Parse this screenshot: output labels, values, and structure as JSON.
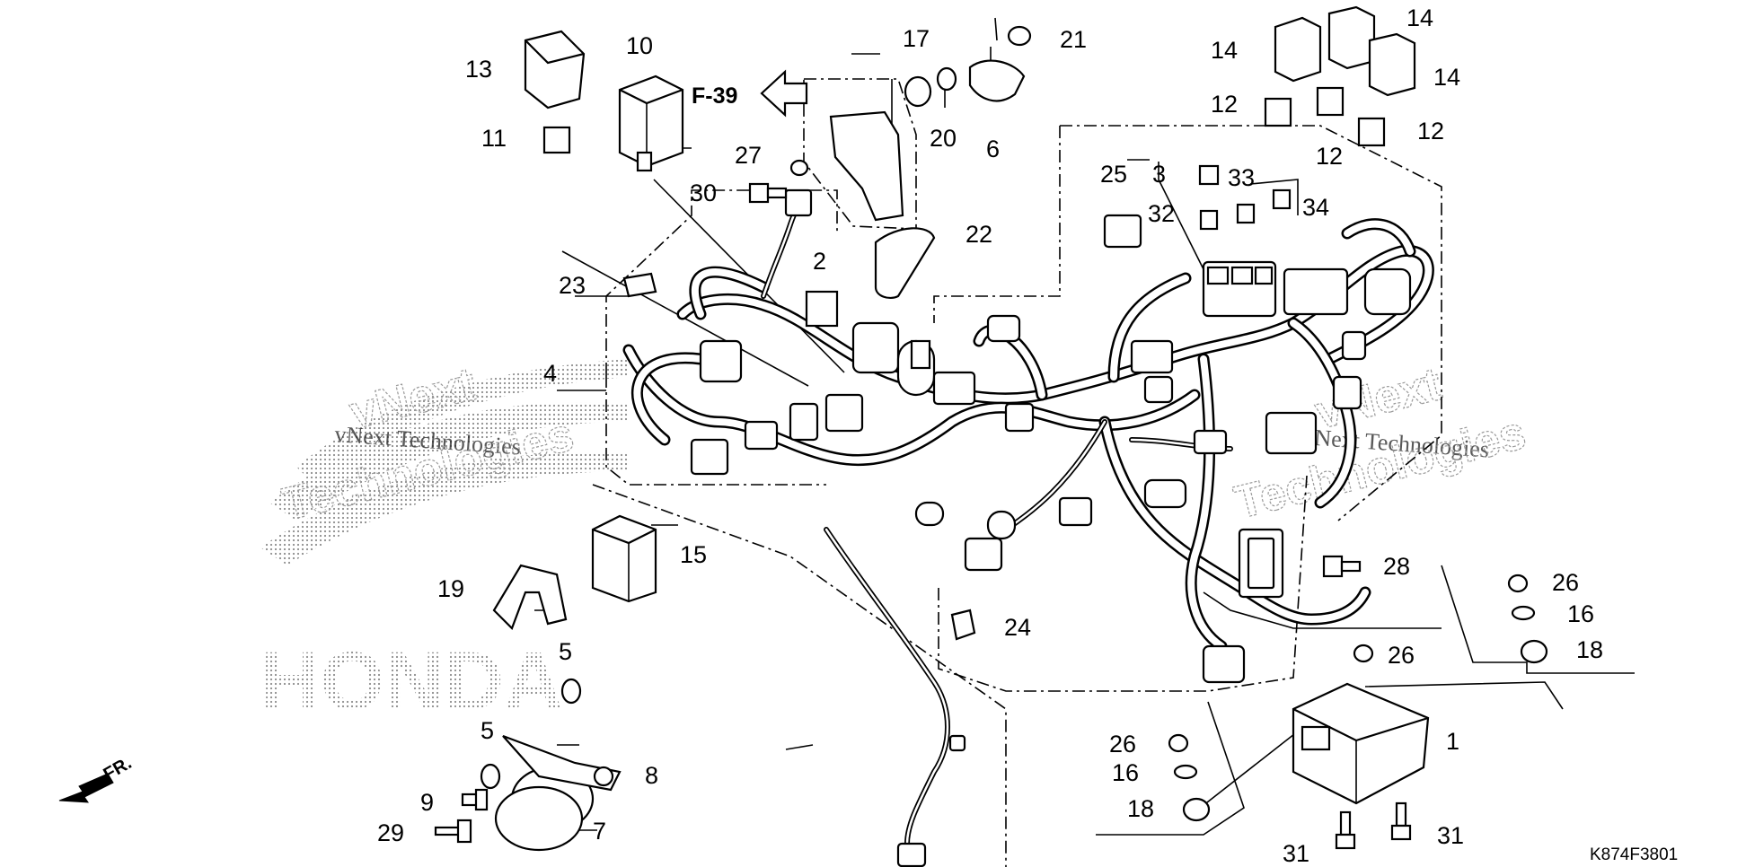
{
  "diagram": {
    "drawing_code": "K874F3801",
    "direction_label": "FR.",
    "reference_label": "F-39",
    "callouts": [
      "1",
      "2",
      "3",
      "4",
      "5",
      "5",
      "6",
      "8",
      "7",
      "9",
      "10",
      "11",
      "12",
      "12",
      "12",
      "13",
      "14",
      "14",
      "14",
      "15",
      "16",
      "16",
      "17",
      "18",
      "18",
      "19",
      "20",
      "21",
      "22",
      "23",
      "24",
      "25",
      "26",
      "26",
      "26",
      "27",
      "28",
      "29",
      "30",
      "31",
      "31",
      "32",
      "33",
      "34"
    ],
    "watermarks": [
      "vNext Technologies",
      "vNext Technologies",
      "vNext",
      "Technologies",
      "vNext",
      "Technologies",
      "HONDA"
    ]
  }
}
